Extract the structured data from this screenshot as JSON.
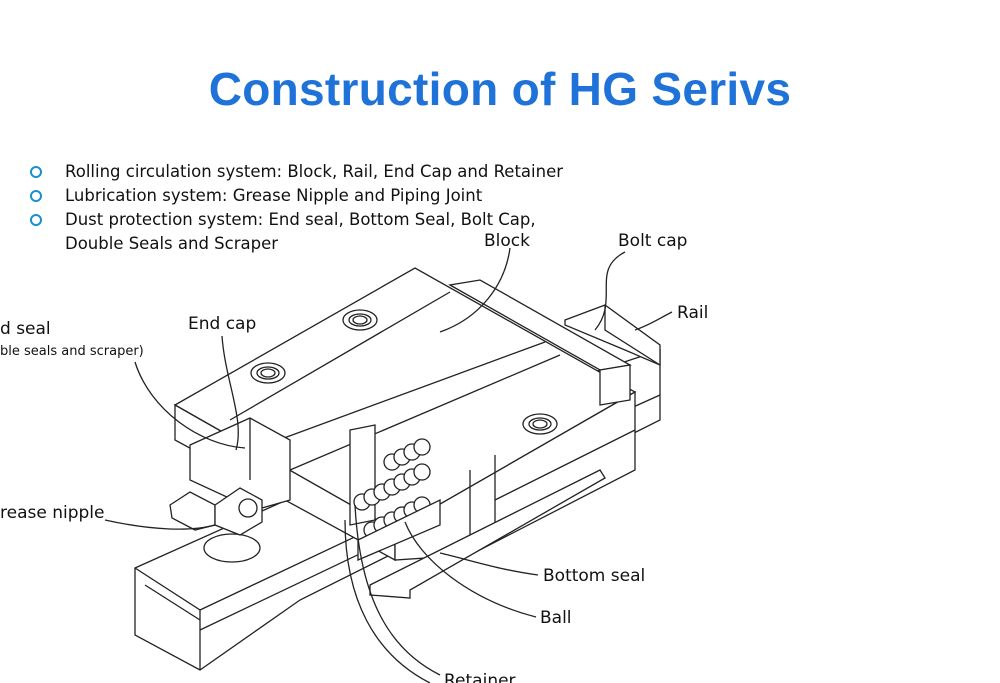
{
  "title": "Construction of HG Serivs",
  "bullets": [
    {
      "text": "Rolling circulation system: Block, Rail, End Cap and Retainer"
    },
    {
      "text": "Lubrication system: Grease Nipple and Piping Joint"
    },
    {
      "text": "Dust protection system: End seal, Bottom Seal, Bolt Cap,",
      "continuation": "Double Seals and Scraper"
    }
  ],
  "labels": {
    "block": "Block",
    "bolt_cap": "Bolt cap",
    "rail": "Rail",
    "end_seal": "d seal",
    "end_seal_note": "ble seals and scraper)",
    "end_cap": "End cap",
    "grease_nipple": "rease nipple",
    "bottom_seal": "Bottom seal",
    "ball": "Ball",
    "retainer": "Retainer"
  },
  "colors": {
    "title": "#1f73d8",
    "bullet": "#1a8fd1"
  }
}
